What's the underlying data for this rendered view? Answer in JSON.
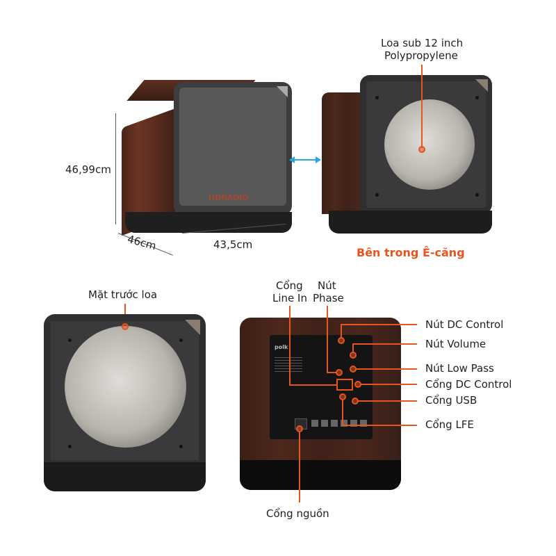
{
  "top_left": {
    "dimensions": {
      "height": "46,99cm",
      "depth": "46cm",
      "width": "43,5cm"
    },
    "grille_logo": "HDRADIO"
  },
  "top_right": {
    "callout": [
      "Loa sub 12 inch",
      "Polypropylene"
    ],
    "caption": "Bên trong Ê-căng"
  },
  "bottom_left": {
    "callout": "Mặt trước loa"
  },
  "bottom_right": {
    "callouts_top": [
      {
        "line1": "Cổng",
        "line2": "Line In"
      },
      {
        "line1": "Nút",
        "line2": "Phase"
      }
    ],
    "callouts_right": [
      "Nút DC Control",
      "Nút Volume",
      "Nút Low Pass",
      "Cổng DC Control",
      "Cổng USB",
      "Cổng LFE"
    ],
    "callout_bottom": "Cổng nguồn",
    "panel_brand": "polk"
  },
  "colors": {
    "accent": "#e8541e",
    "arrow_blue": "#2aa6e0",
    "wood": "#5a2c1e",
    "black_frame": "#2b2b2b"
  }
}
